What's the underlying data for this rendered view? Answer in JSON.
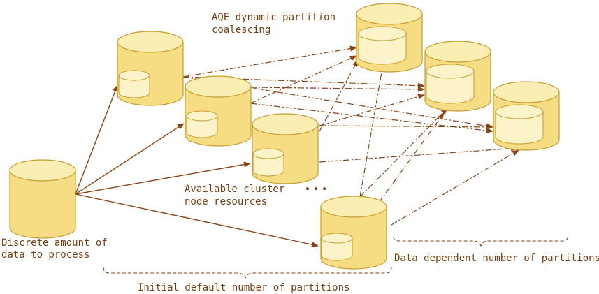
{
  "labels": {
    "aqe_line1": "AQE dynamic partition",
    "aqe_line2": "coalescing",
    "cluster_line1": "Available cluster",
    "cluster_line2": "node resources",
    "ellipsis": "...",
    "source_line1": "Discrete amount of",
    "source_line2": "data to process",
    "initial_partitions": "Initial default number of partitions",
    "dependent_partitions": "Data dependent number of partitions"
  },
  "colors": {
    "cylinder_fill": "#f6dd84",
    "cylinder_top": "#fbeeb3",
    "inner_fill": "#fdf3c8",
    "cylinder_stroke": "#c89b2e",
    "arrow": "#8a4414",
    "text": "#7a3d10"
  }
}
